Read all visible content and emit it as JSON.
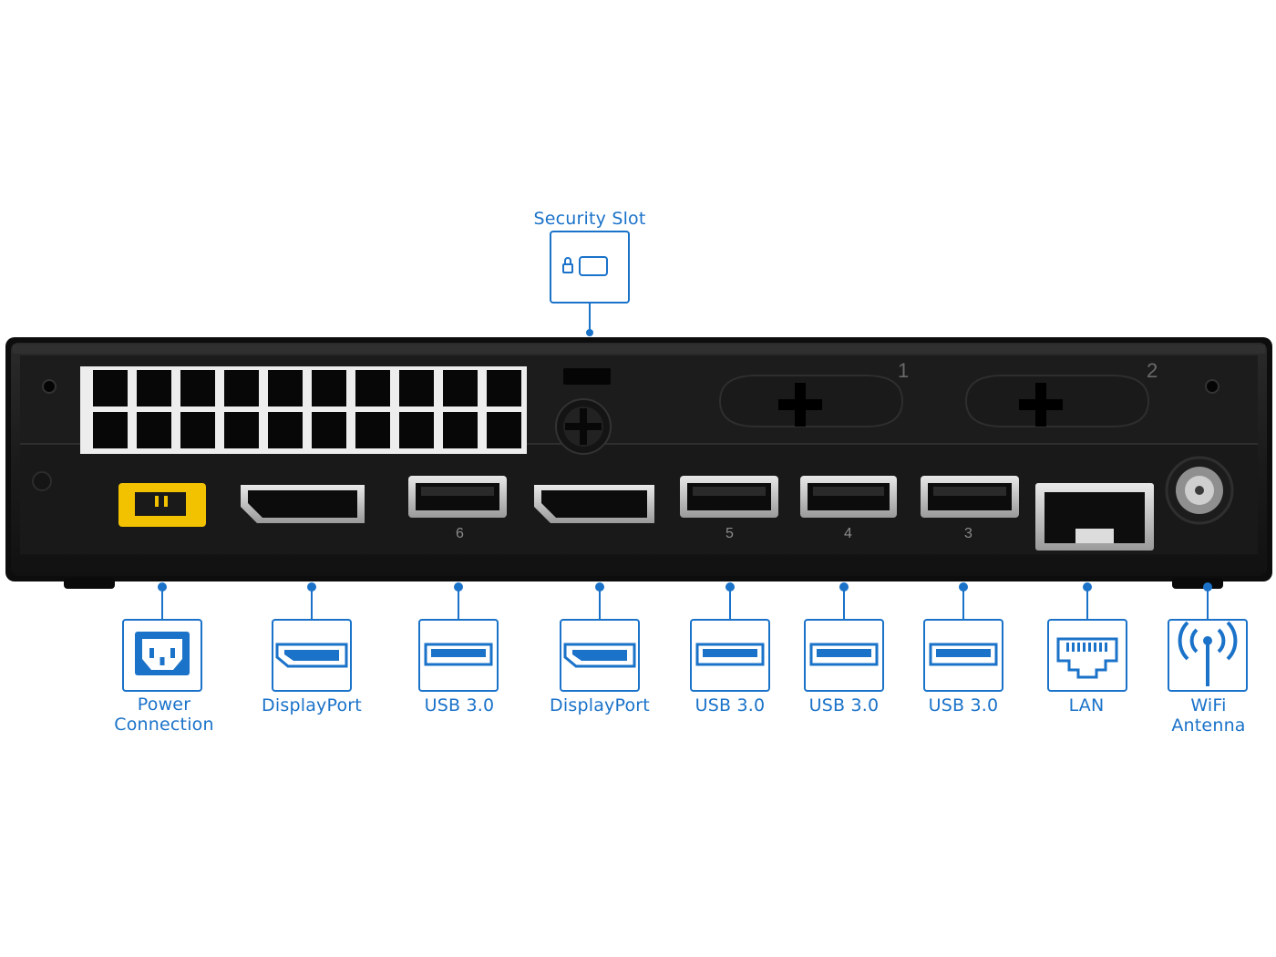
{
  "colors": {
    "accent": "#1a72c9",
    "chassis": "#141414",
    "panel": "#1e1e1e",
    "power_port": "#f2c200"
  },
  "chassis_markings": {
    "bay_1": "1",
    "bay_2": "2"
  },
  "security_slot": {
    "label": "Security Slot",
    "icon": "lock-slot-icon"
  },
  "ports": [
    {
      "id": "power",
      "label_line1": "Power",
      "label_line2": "Connection",
      "icon": "power-connector-icon"
    },
    {
      "id": "dp1",
      "label_line1": "DisplayPort",
      "label_line2": "",
      "icon": "displayport-icon",
      "port_number": ""
    },
    {
      "id": "usb1",
      "label_line1": "USB 3.0",
      "label_line2": "",
      "icon": "usb-icon",
      "port_number": "6"
    },
    {
      "id": "dp2",
      "label_line1": "DisplayPort",
      "label_line2": "",
      "icon": "displayport-icon",
      "port_number": ""
    },
    {
      "id": "usb2",
      "label_line1": "USB 3.0",
      "label_line2": "",
      "icon": "usb-icon",
      "port_number": "5"
    },
    {
      "id": "usb3",
      "label_line1": "USB 3.0",
      "label_line2": "",
      "icon": "usb-icon",
      "port_number": "4"
    },
    {
      "id": "usb4",
      "label_line1": "USB 3.0",
      "label_line2": "",
      "icon": "usb-icon",
      "port_number": "3"
    },
    {
      "id": "lan",
      "label_line1": "LAN",
      "label_line2": "",
      "icon": "ethernet-icon"
    },
    {
      "id": "wifi",
      "label_line1": "WiFi",
      "label_line2": "Antenna",
      "icon": "wifi-antenna-icon"
    }
  ]
}
